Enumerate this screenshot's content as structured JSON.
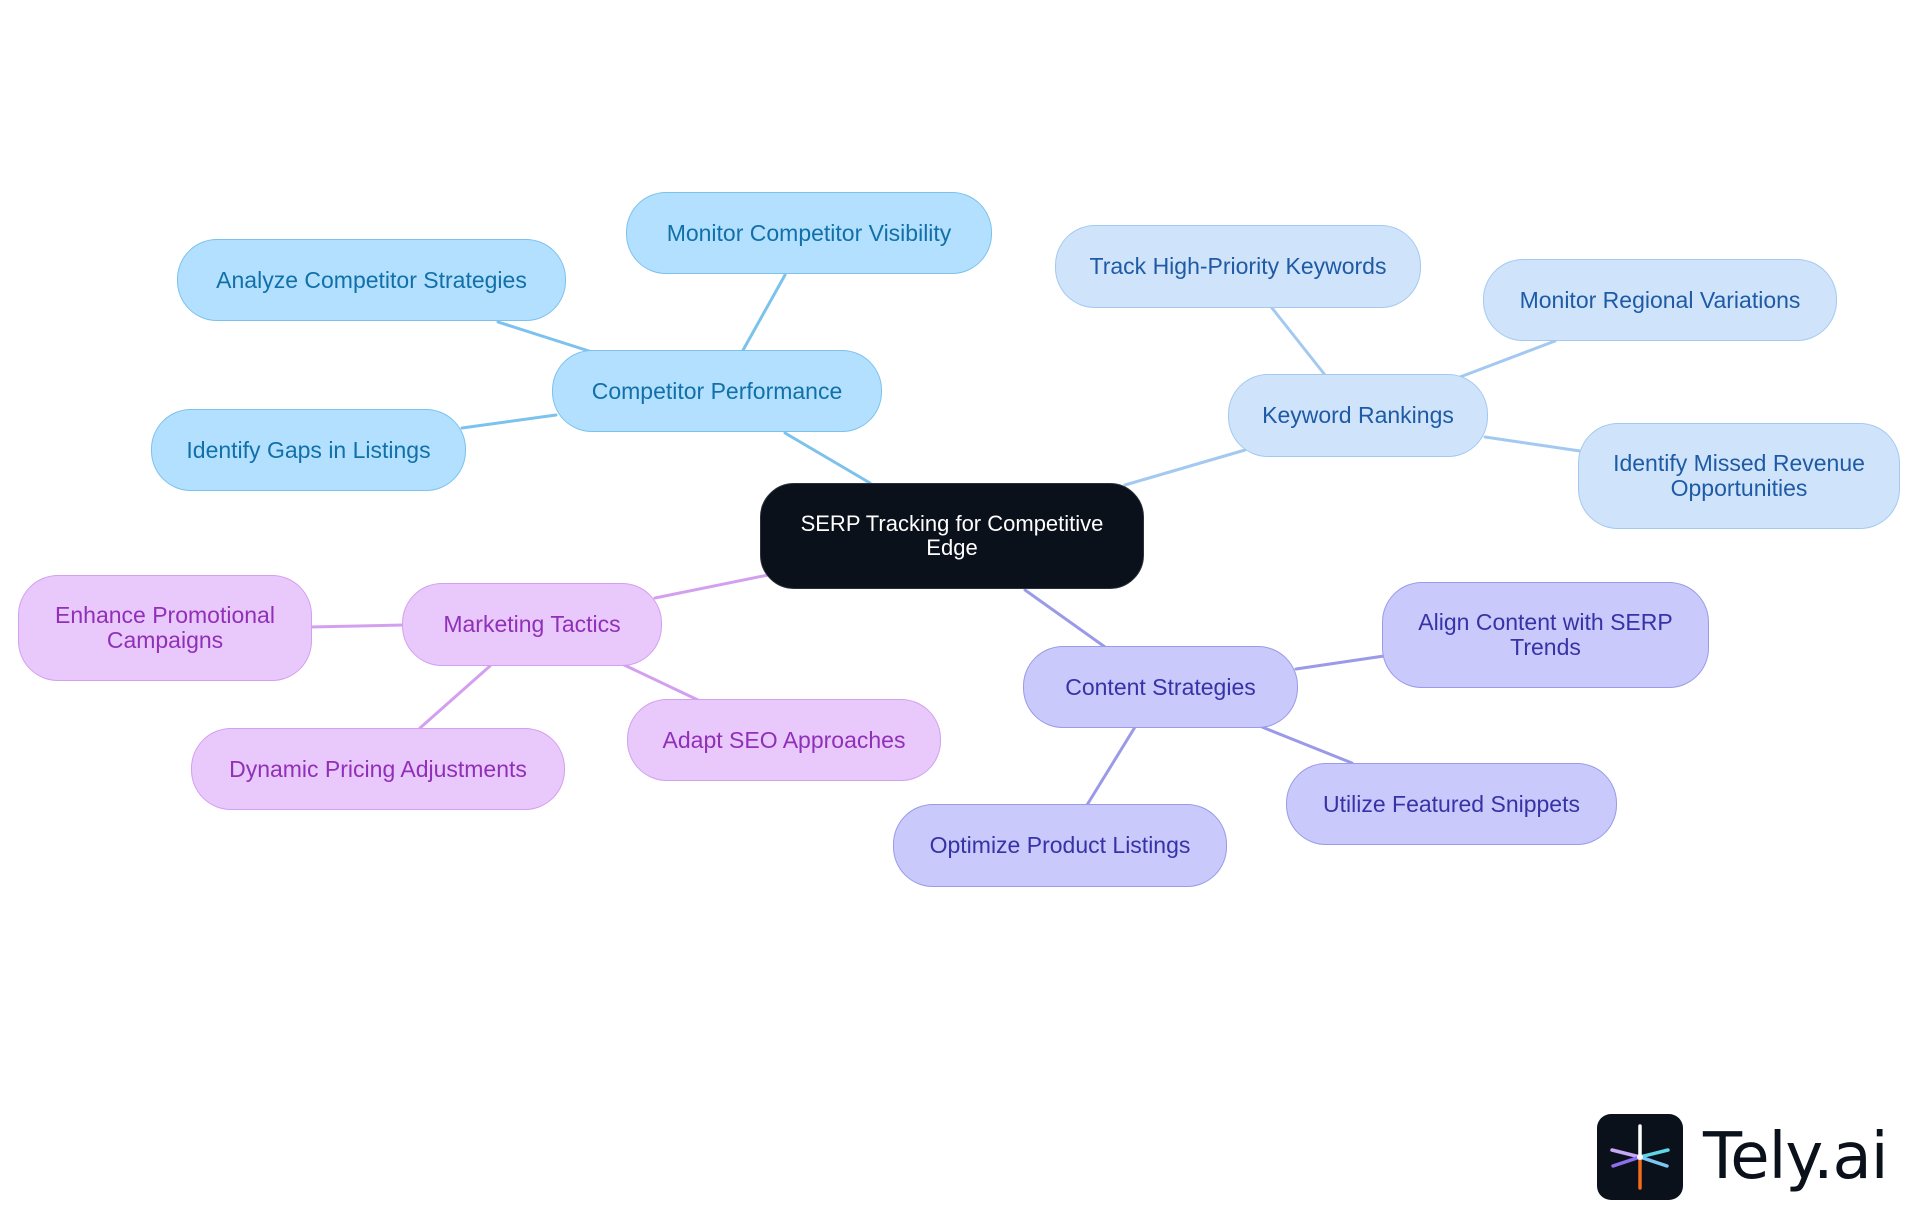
{
  "diagram": {
    "root": {
      "label": "SERP Tracking for Competitive Edge"
    },
    "branches": [
      {
        "id": "comp",
        "label": "Competitor Performance",
        "color": "#b3e0ff",
        "children": [
          "Monitor Competitor Visibility",
          "Analyze Competitor Strategies",
          "Identify Gaps in Listings"
        ]
      },
      {
        "id": "kw",
        "label": "Keyword Rankings",
        "color": "#cfe4fb",
        "children": [
          "Track High-Priority Keywords",
          "Monitor Regional Variations",
          "Identify Missed Revenue Opportunities"
        ]
      },
      {
        "id": "cs",
        "label": "Content Strategies",
        "color": "#c9c9fb",
        "children": [
          "Align Content with SERP Trends",
          "Utilize Featured Snippets",
          "Optimize Product Listings"
        ]
      },
      {
        "id": "mkt",
        "label": "Marketing Tactics",
        "color": "#e9c8fb",
        "children": [
          "Enhance Promotional Campaigns",
          "Adapt SEO Approaches",
          "Dynamic Pricing Adjustments"
        ]
      }
    ]
  },
  "logo": {
    "text": "Tely.ai",
    "icon": "tely-star-icon"
  },
  "colors": {
    "root_fill": "#0b111b",
    "competitor_link": "#7cc2ec",
    "keyword_link": "#a3c9f1",
    "content_link": "#9a9ae8",
    "marketing_link": "#d3a0ef"
  }
}
